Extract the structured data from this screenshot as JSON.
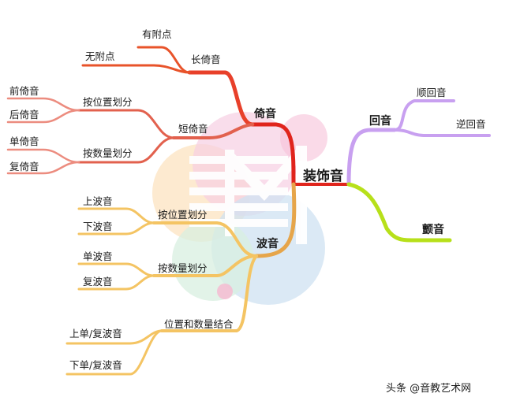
{
  "root": "装饰音",
  "branches": {
    "yi": {
      "label": "倚音",
      "long": {
        "label": "长倚音",
        "children": [
          "有附点",
          "无附点"
        ]
      },
      "short": {
        "label": "短倚音",
        "by_position": {
          "label": "按位置划分",
          "children": [
            "前倚音",
            "后倚音"
          ]
        },
        "by_count": {
          "label": "按数量划分",
          "children": [
            "单倚音",
            "复倚音"
          ]
        }
      }
    },
    "bo": {
      "label": "波音",
      "by_position": {
        "label": "按位置划分",
        "children": [
          "上波音",
          "下波音"
        ]
      },
      "by_count": {
        "label": "按数量划分",
        "children": [
          "单波音",
          "复波音"
        ]
      },
      "combined": {
        "label": "位置和数量结合",
        "children": [
          "上单/复波音",
          "下单/复波音"
        ]
      }
    },
    "hui": {
      "label": "回音",
      "children": [
        "顺回音",
        "逆回音"
      ]
    },
    "chan": {
      "label": "颤音"
    }
  },
  "watermark": "头条 @音教艺术网",
  "colors": {
    "yi_long": "#e8532a",
    "yi_short": "#e2614e",
    "yi_leaf": "#ec8c7f",
    "yi_main": "#e0241c",
    "bo": "#f4c463",
    "hui": "#c8a0f0",
    "chan": "#b7e01a"
  }
}
